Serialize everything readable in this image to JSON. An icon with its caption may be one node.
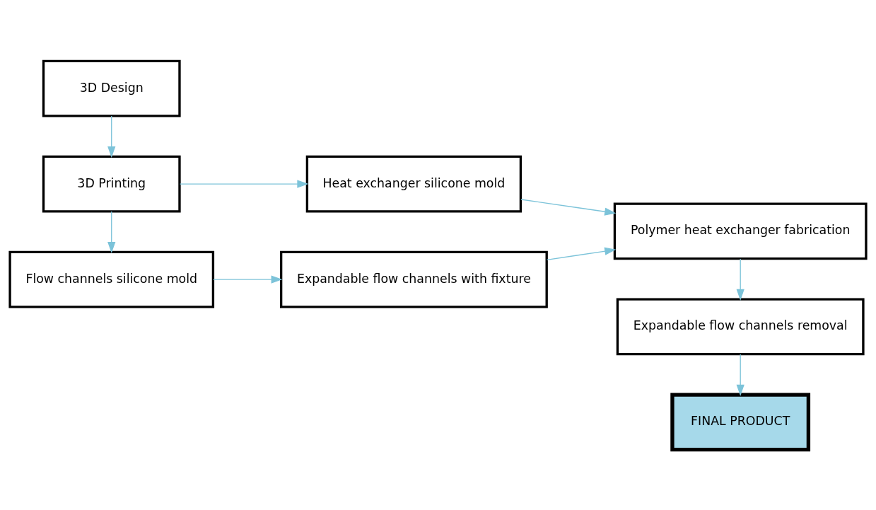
{
  "diagram": {
    "nodes": [
      {
        "text": [
          "3D Design"
        ]
      },
      {
        "text": [
          "3D Printing"
        ]
      },
      {
        "text": [
          "Heat exchanger silicone mold"
        ]
      },
      {
        "text": [
          "Flow channels silicone mold"
        ]
      },
      {
        "text": [
          "Expandable flow channels with fixture"
        ]
      },
      {
        "text": [
          "Polymer heat exchanger fabrication"
        ]
      },
      {
        "text": [
          "Expandable flow channels removal"
        ]
      },
      {
        "text": [
          "FINAL PRODUCT"
        ]
      }
    ],
    "edges": [
      {
        "from": 0,
        "to": 1,
        "arrow": "to"
      },
      {
        "from": 1,
        "to": 2,
        "arrow": "to"
      },
      {
        "from": 1,
        "to": 3,
        "arrow": "to"
      },
      {
        "from": 3,
        "to": 4,
        "arrow": "to"
      },
      {
        "from": 2,
        "to": 5,
        "arrow": "to"
      },
      {
        "from": 4,
        "to": 5,
        "arrow": "to"
      },
      {
        "from": 5,
        "to": 6,
        "arrow": "to"
      },
      {
        "from": 6,
        "to": 7,
        "arrow": "to"
      }
    ]
  }
}
